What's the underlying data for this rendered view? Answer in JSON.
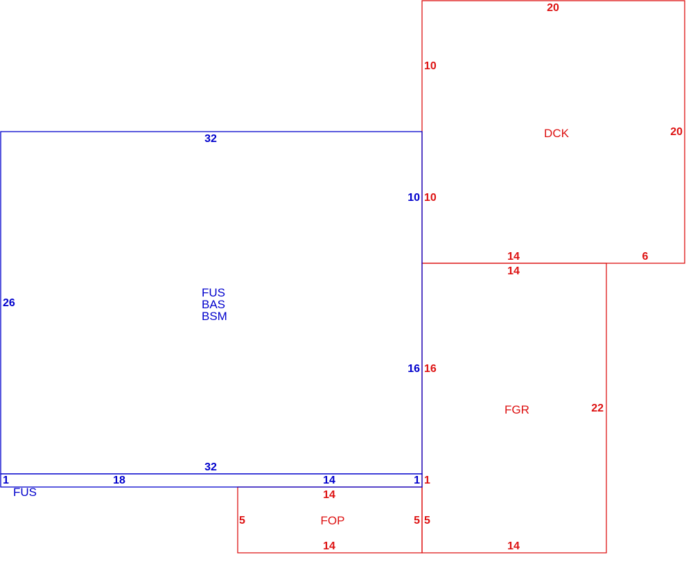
{
  "colors": {
    "main": "#0000cc",
    "addition": "#dd1111",
    "background": "#ffffff"
  },
  "main_structure": {
    "area_codes": [
      "FUS",
      "BAS",
      "BSM"
    ],
    "top_side": "32",
    "bottom_side": "32",
    "left_side": "26",
    "right_upper": "10",
    "right_lower": "16"
  },
  "fus_strip": {
    "label": "FUS",
    "left_end": "1",
    "right_end": "1",
    "segment_a": "18",
    "segment_b": "14"
  },
  "dck": {
    "label": "DCK",
    "top_side": "20",
    "left_upper": "10",
    "left_lower": "10",
    "right_side": "20",
    "bottom_a": "14",
    "bottom_b": "6"
  },
  "fgr": {
    "label": "FGR",
    "top_side": "14",
    "left_upper": "16",
    "left_a": "1",
    "left_b": "5",
    "right_side": "22",
    "bottom_side": "14"
  },
  "fop": {
    "label": "FOP",
    "top_side": "14",
    "left_side": "5",
    "right_side": "5",
    "bottom_side": "14"
  }
}
